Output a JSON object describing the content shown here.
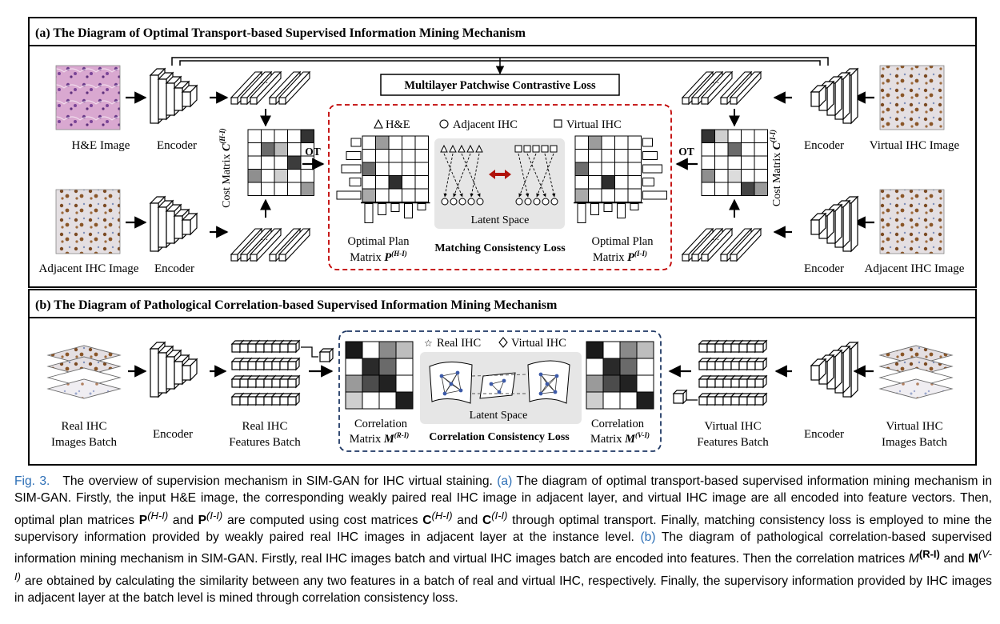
{
  "panel_a": {
    "title": "(a) The Diagram of Optimal Transport-based Supervised Information Mining Mechanism",
    "contrastive_loss": "Multilayer Patchwise Contrastive Loss",
    "he_image": "H&E Image",
    "adjacent_ihc_image": "Adjacent IHC Image",
    "virtual_ihc_image": "Virtual IHC Image",
    "encoder": "Encoder",
    "ot": "OT",
    "cost_matrix_label": "Cost Matrix ",
    "cost_left_sym": "C",
    "cost_left_sup": "(H-I)",
    "cost_right_sym": "C",
    "cost_right_sup": "(I-I)",
    "legend_he": "H&E",
    "legend_adjacent": "Adjacent IHC",
    "legend_virtual": "Virtual IHC",
    "latent_space": "Latent Space",
    "optimal_plan_line1": "Optimal Plan",
    "optimal_plan_line2": "Matrix ",
    "plan_left_sym": "P",
    "plan_left_sup": "(H-I)",
    "plan_right_sym": "P",
    "plan_right_sup": "(I-I)",
    "matching_loss": "Matching Consistency Loss"
  },
  "panel_b": {
    "title": "(b) The Diagram of Pathological Correlation-based Supervised Information Mining Mechanism",
    "real_batch_line1": "Real IHC",
    "real_batch_line2": "Images Batch",
    "virtual_batch_line1": "Virtual IHC",
    "virtual_batch_line2": "Images Batch",
    "encoder": "Encoder",
    "real_features_line1": "Real IHC",
    "real_features_line2": "Features Batch",
    "virtual_features_line1": "Virtual IHC",
    "virtual_features_line2": "Features Batch",
    "legend_real": "Real IHC",
    "legend_virtual": "Virtual IHC",
    "latent_space": "Latent Space",
    "correlation_line1": "Correlation",
    "correlation_line2": "Matrix ",
    "corr_left_sym": "M",
    "corr_left_sup": "(R-I)",
    "corr_right_sym": "M",
    "corr_right_sup": "(V-I)",
    "correlation_loss": "Correlation Consistency Loss"
  },
  "caption": {
    "fig_label": "Fig. 3.",
    "s1": "The overview of supervision mechanism in SIM-GAN for IHC virtual staining.",
    "a_label": "(a)",
    "s2": "The diagram of optimal transport-based supervised information mining mechanism in SIM-GAN. Firstly, the input H&E image, the corresponding weakly paired real IHC image in adjacent layer, and virtual IHC image are all encoded into feature vectors. Then, optimal plan matrices",
    "P": "P",
    "sup_HI": "(H-I)",
    "and1": "and",
    "sup_II": "(I-I)",
    "s3": "are computed using cost matrices",
    "C": "C",
    "and2": "and",
    "s4": "through optimal transport. Finally, matching consistency loss is employed to mine the supervisory information provided by weakly paired real IHC images in adjacent layer at the instance level.",
    "b_label": "(b)",
    "s5": "The diagram of pathological correlation-based supervised information mining mechanism in SIM-GAN. Firstly, real IHC images batch and virtual IHC images batch are encoded into features. Then the correlation matrices",
    "M_italic": "M",
    "sup_RI": "(R-I)",
    "and3": "and",
    "M_bold": "M",
    "sup_VI": "(V-I)",
    "s6": "are obtained by calculating the similarity between any two features in a batch of real and virtual IHC, respectively. Finally, the supervisory information provided by IHC images in adjacent layer at the batch level is mined through correlation consistency loss."
  },
  "colors": {
    "matching_box_border": "#c00000",
    "correlation_box_border": "#1f3864",
    "link_blue": "#2d6fb6",
    "double_arrow": "#b0120a",
    "latent_bg": "#e6e6e6"
  }
}
